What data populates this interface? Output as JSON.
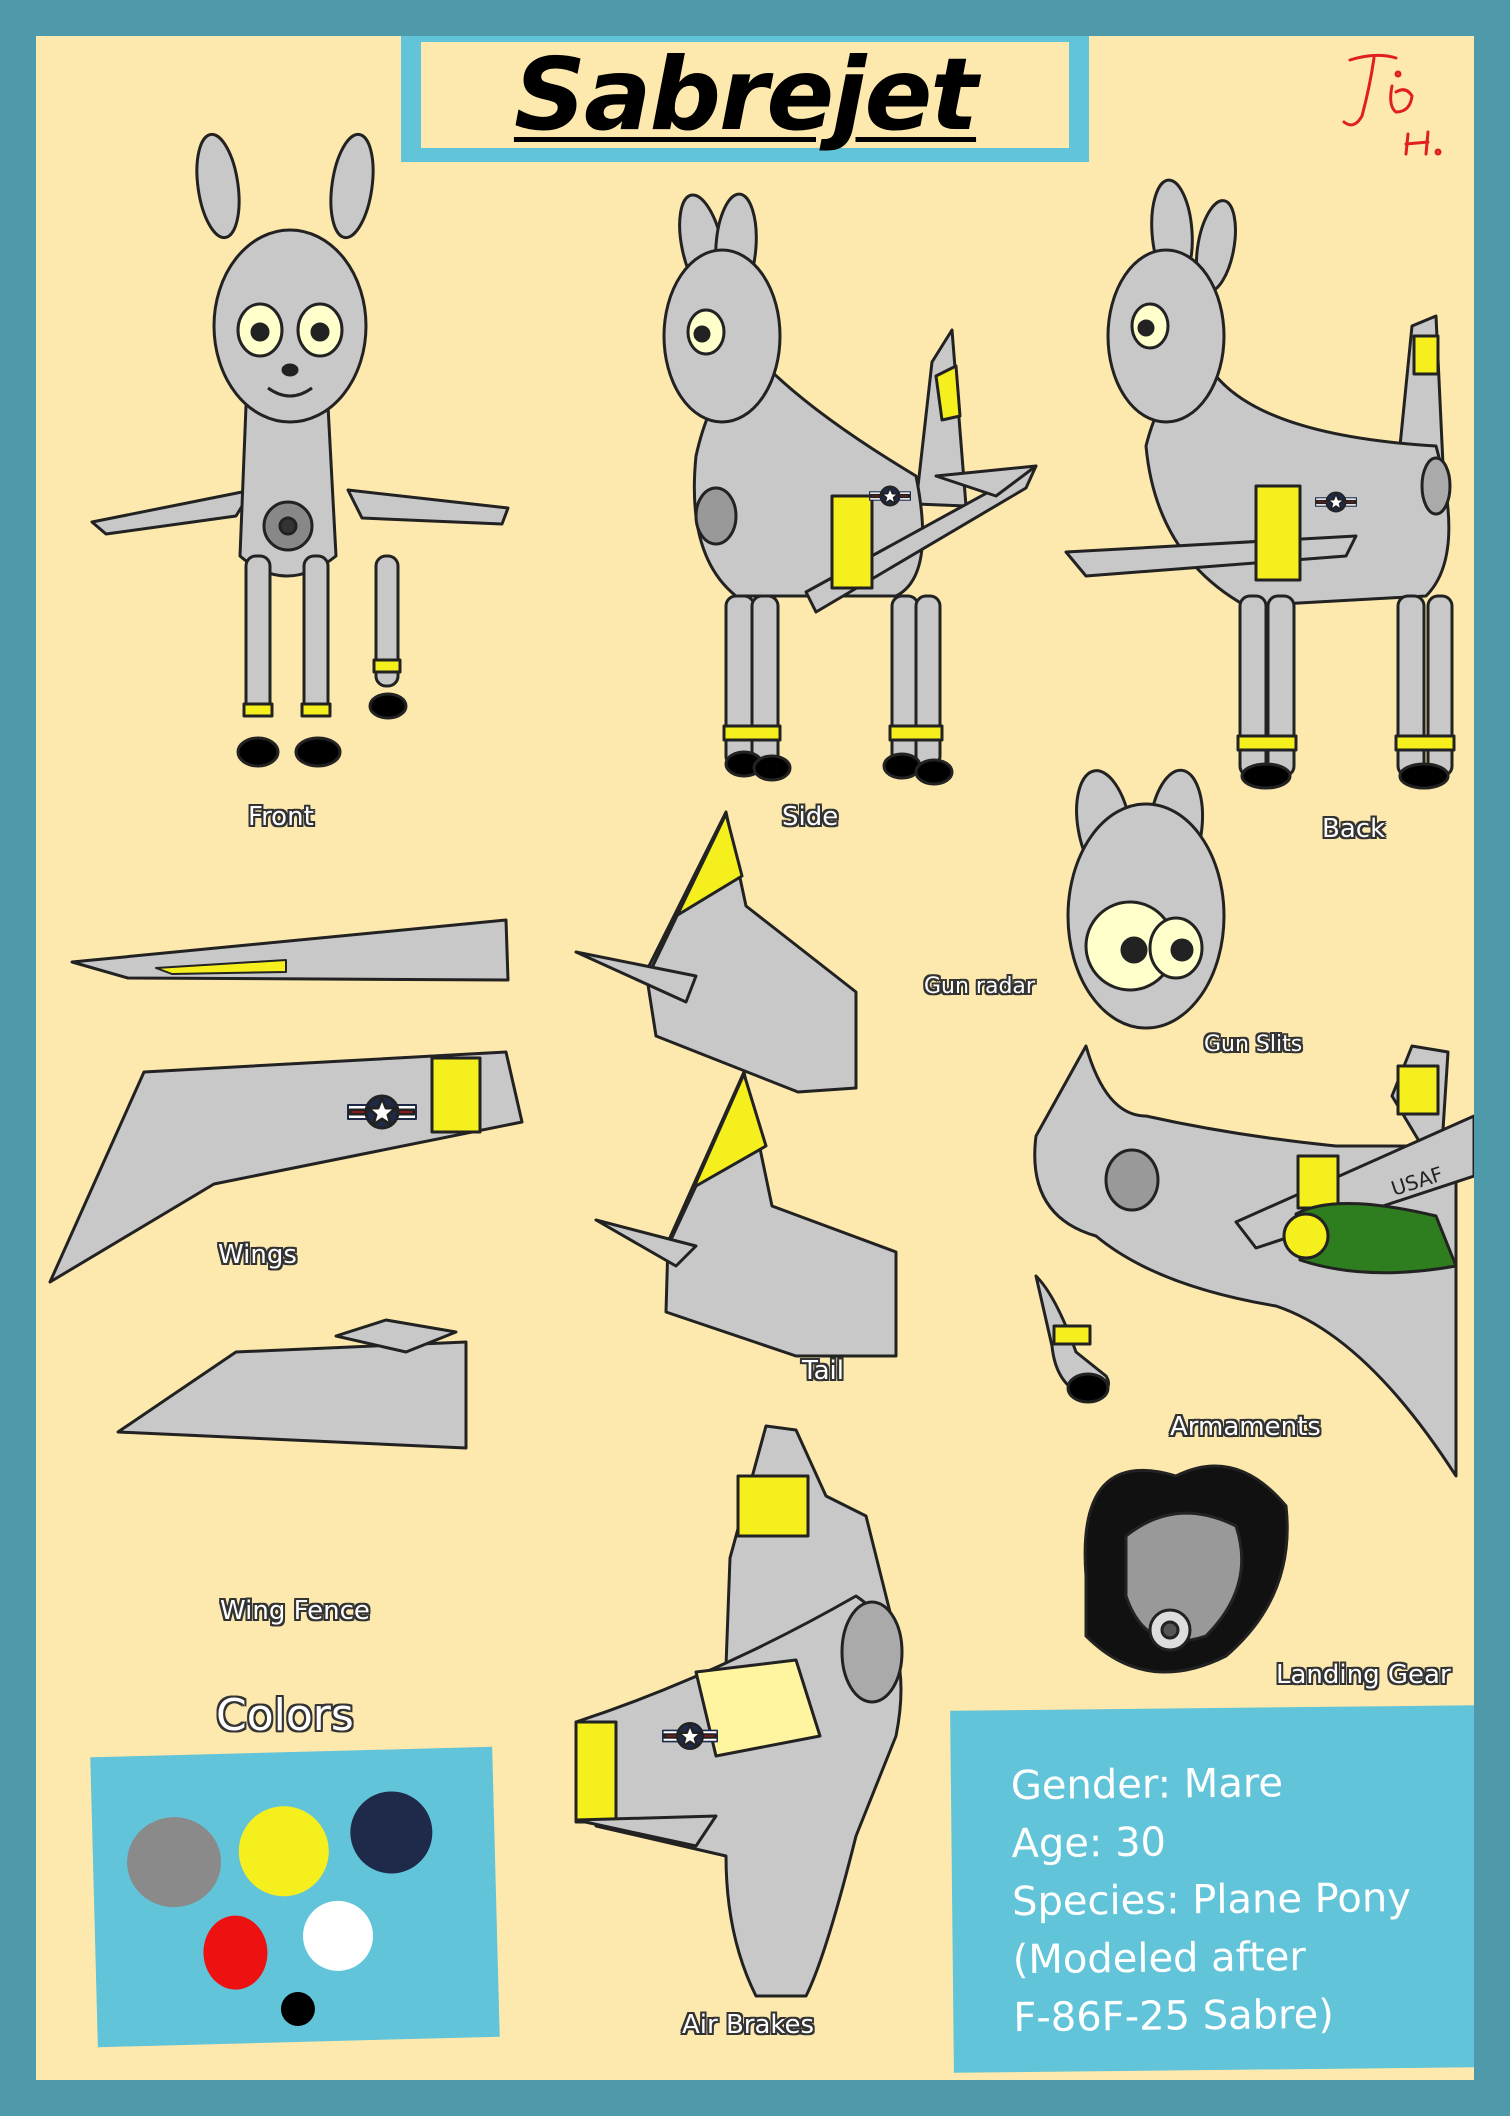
{
  "title": "Sabrejet",
  "labels": {
    "front": "Front",
    "side": "Side",
    "back": "Back",
    "gun_radar": "Gun radar",
    "gun_slits": "Gun Slits",
    "wings": "Wings",
    "tail": "Tail",
    "armaments": "Armaments",
    "wing_fence": "Wing Fence",
    "landing_gear": "Landing Gear",
    "air_brakes": "Air Brakes",
    "colors": "Colors",
    "usaf": "USAF"
  },
  "info": {
    "gender": "Gender: Mare",
    "age": "Age: 30",
    "species": "Species: Plane Pony",
    "modeled_1": "(Modeled after",
    "modeled_2": "F-86F-25 Sabre)"
  },
  "palette": [
    "#8a8a8a",
    "#f5ef1e",
    "#1f2a4a",
    "#ee1111",
    "#ffffff",
    "#000000"
  ],
  "colors_theme": {
    "border": "#4e9aab",
    "background": "#fde9ad",
    "panel": "#62c4d9",
    "body_gray": "#c8c8c8",
    "stripe_yellow": "#f5ef1e",
    "stripe_navy": "#1f2a4a"
  }
}
